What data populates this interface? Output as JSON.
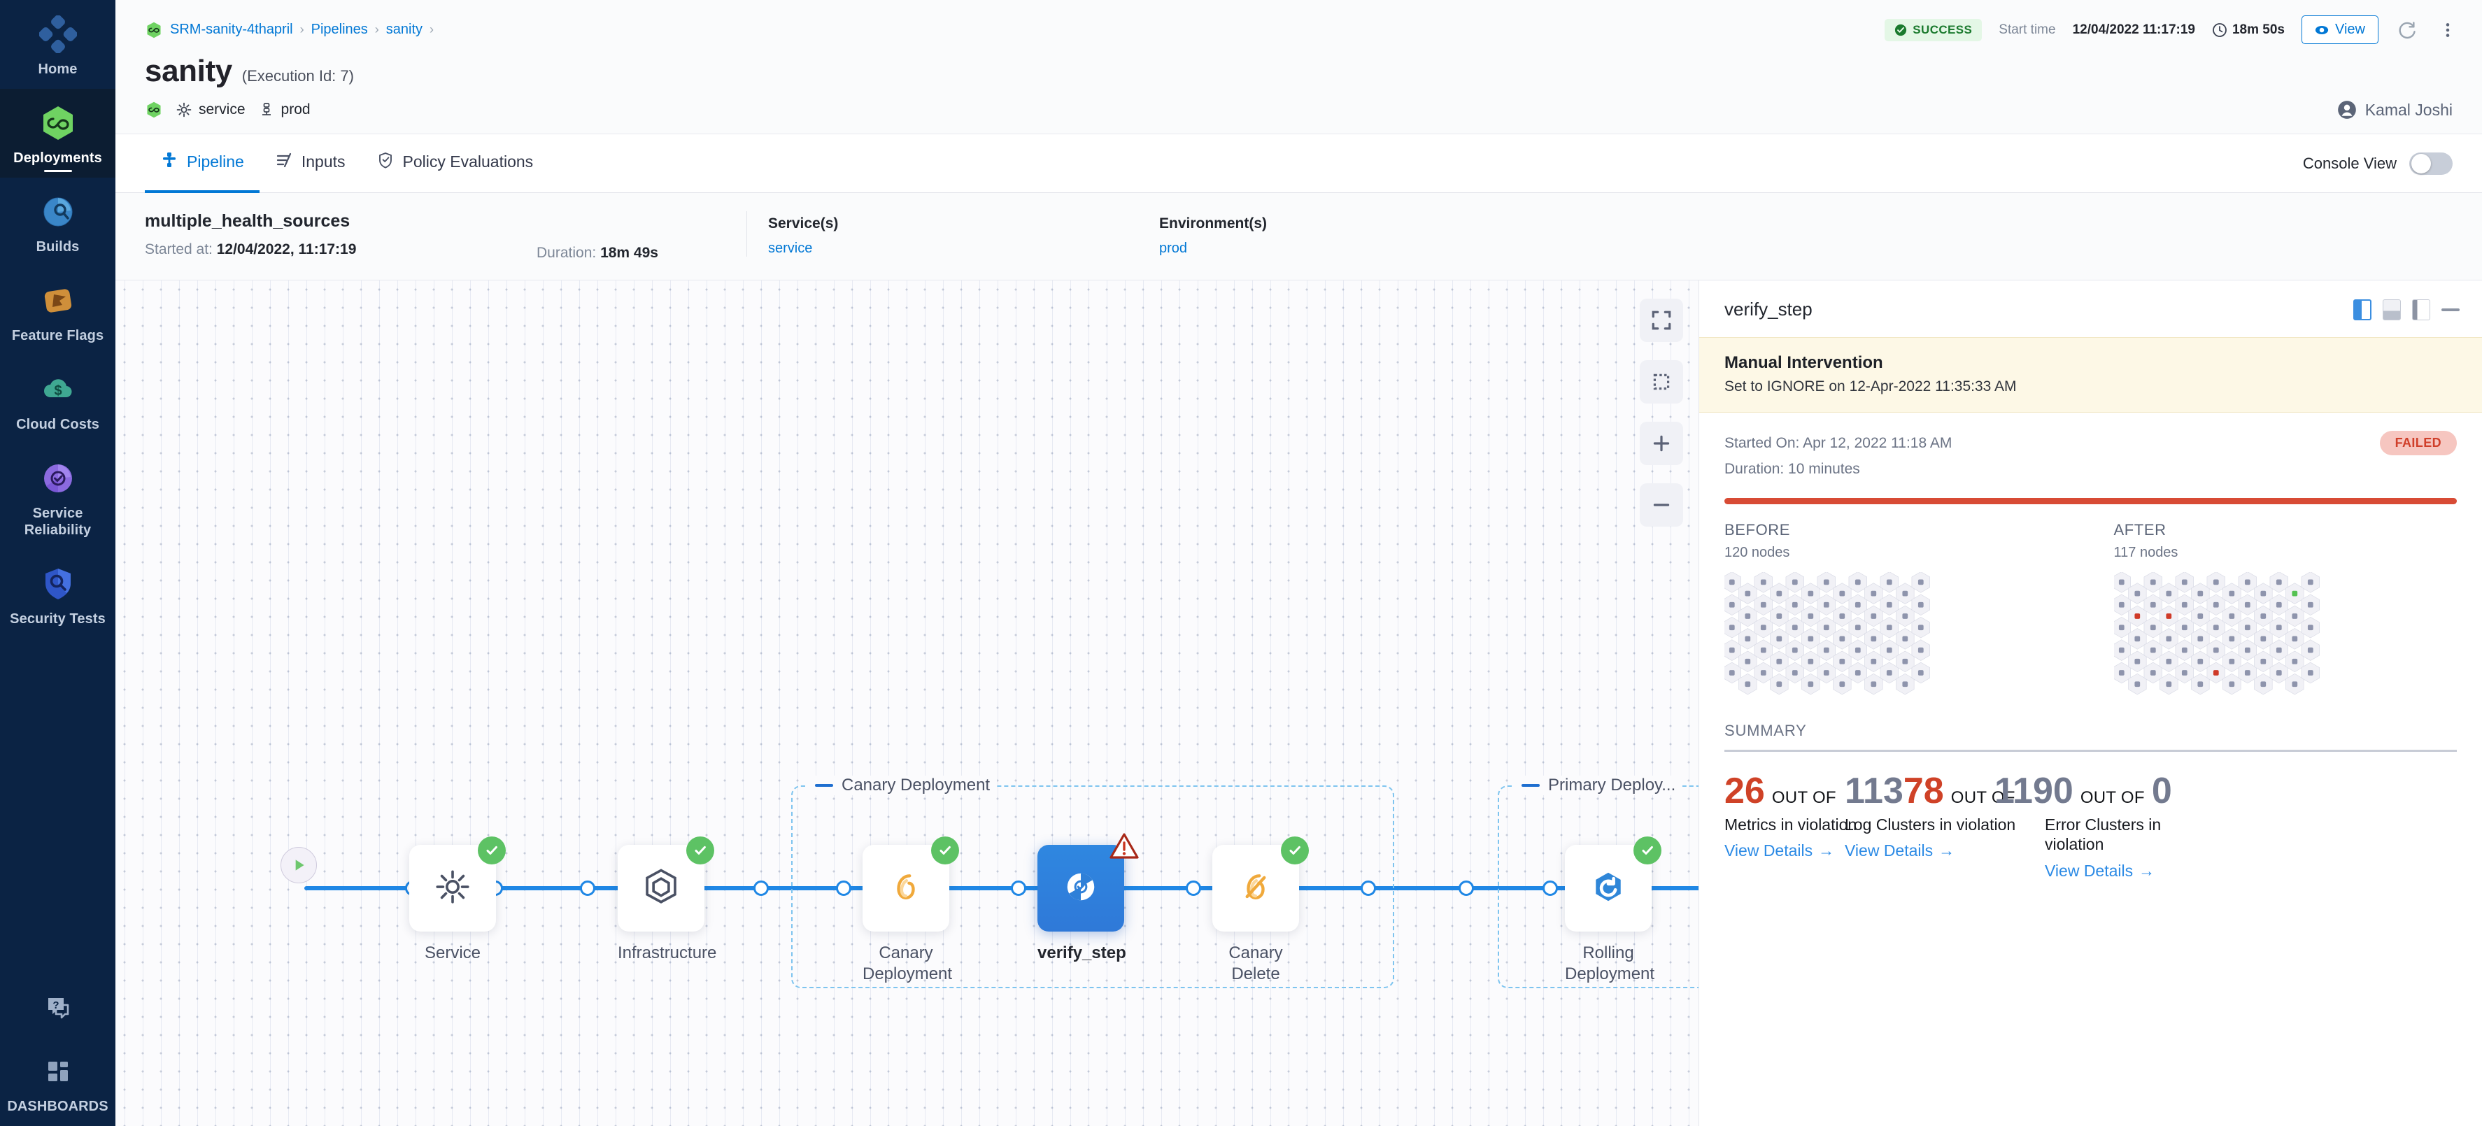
{
  "sidebar": {
    "items": [
      {
        "label": "Home",
        "icon": "home-modules-icon",
        "active": false
      },
      {
        "label": "Deployments",
        "icon": "deployments-infinity-icon",
        "active": true
      },
      {
        "label": "Builds",
        "icon": "builds-icon",
        "active": false
      },
      {
        "label": "Feature Flags",
        "icon": "feature-flags-icon",
        "active": false
      },
      {
        "label": "Cloud Costs",
        "icon": "cloud-costs-icon",
        "active": false
      },
      {
        "label": "Service Reliability",
        "icon": "service-reliability-icon",
        "active": false
      },
      {
        "label": "Security Tests",
        "icon": "security-tests-shield-icon",
        "active": false
      }
    ],
    "bottom": [
      {
        "label": "",
        "icon": "help-chat-icon"
      },
      {
        "label": "DASHBOARDS",
        "icon": "dashboards-grid-icon"
      }
    ]
  },
  "header": {
    "breadcrumbs": [
      {
        "label": "SRM-sanity-4thapril",
        "icon": "deployments-infinity-icon"
      },
      {
        "label": "Pipelines"
      },
      {
        "label": "sanity"
      }
    ],
    "status_badge": "SUCCESS",
    "start_time_label": "Start time",
    "start_time_value": "12/04/2022 11:17:19",
    "duration": "18m 50s",
    "view_button": "View",
    "refresh_icon": "refresh-icon",
    "more_icon": "more-vertical-icon",
    "title": "sanity",
    "execution_id": "(Execution Id: 7)",
    "tags": [
      {
        "label": "service",
        "icon": "gear-icon"
      },
      {
        "label": "prod",
        "icon": "environment-icon"
      }
    ],
    "user": "Kamal Joshi",
    "user_icon": "avatar-icon"
  },
  "tabs": [
    {
      "label": "Pipeline",
      "icon": "pipeline-icon",
      "active": true
    },
    {
      "label": "Inputs",
      "icon": "inputs-icon",
      "active": false
    },
    {
      "label": "Policy Evaluations",
      "icon": "policy-shield-icon",
      "active": false
    }
  ],
  "console_view": {
    "label": "Console View",
    "enabled": false
  },
  "execution_summary": {
    "name": "multiple_health_sources",
    "started_at_label": "Started at:",
    "started_at_value": "12/04/2022, 11:17:19",
    "duration_label": "Duration:",
    "duration_value": "18m 49s",
    "services_header": "Service(s)",
    "services_value": "service",
    "environments_header": "Environment(s)",
    "environments_value": "prod"
  },
  "graph": {
    "tools": [
      {
        "name": "fit-to-screen-icon"
      },
      {
        "name": "select-area-icon"
      },
      {
        "name": "zoom-in-icon"
      },
      {
        "name": "zoom-out-icon"
      }
    ],
    "groups": [
      {
        "label": "Canary Deployment"
      },
      {
        "label": "Primary Deploy..."
      }
    ],
    "nodes": [
      {
        "label": "Service",
        "icon": "gear-icon",
        "status": "success",
        "selected": false
      },
      {
        "label": "Infrastructure",
        "icon": "infrastructure-hex-icon",
        "status": "success",
        "selected": false
      },
      {
        "label": "Canary Deployment",
        "icon": "canary-bird-icon",
        "status": "success",
        "selected": false
      },
      {
        "label": "verify_step",
        "icon": "verify-icon",
        "status": "warning",
        "selected": true
      },
      {
        "label": "Canary Delete",
        "icon": "canary-delete-icon",
        "status": "success",
        "selected": false
      },
      {
        "label": "Rolling Deployment",
        "icon": "rolling-deployment-icon",
        "status": "success",
        "selected": false
      }
    ]
  },
  "details_panel": {
    "title": "verify_step",
    "view_buttons": [
      "panel-right-view-icon",
      "panel-bottom-view-icon",
      "panel-left-view-icon"
    ],
    "minimize_icon": "minimize-icon",
    "manual_intervention": {
      "title": "Manual Intervention",
      "subtitle": "Set to IGNORE on 12-Apr-2022 11:35:33 AM"
    },
    "started_on": "Started On: Apr 12, 2022 11:18 AM",
    "duration": "Duration: 10 minutes",
    "status_pill": "FAILED",
    "before": {
      "header": "BEFORE",
      "nodes": "120 nodes",
      "count": 120,
      "red": 0,
      "green": 0
    },
    "after": {
      "header": "AFTER",
      "nodes": "117 nodes",
      "count": 117,
      "red": 3,
      "green": 1
    },
    "summary_header": "SUMMARY",
    "summary_items": [
      {
        "value": "26",
        "value_color": "red",
        "out_of": "OUT OF",
        "total": "113",
        "total_color": "gray",
        "caption": "Metrics in violation",
        "link": "View Details"
      },
      {
        "value": "78",
        "value_color": "red",
        "out_of": "OUT OF",
        "total": "1190",
        "total_color": "gray",
        "caption": "Log Clusters in violation",
        "link": "View Details"
      },
      {
        "value": "0",
        "value_color": "gray",
        "out_of": "OUT OF",
        "total": "0",
        "total_color": "gray",
        "caption": "Error Clusters in violation",
        "link": "View Details"
      }
    ]
  },
  "colors": {
    "accent_blue": "#0278d5",
    "success_green": "#5dc264",
    "fail_red": "#d84b35",
    "nav_bg": "#0b2344",
    "warn_bg": "#fdf8e6"
  }
}
